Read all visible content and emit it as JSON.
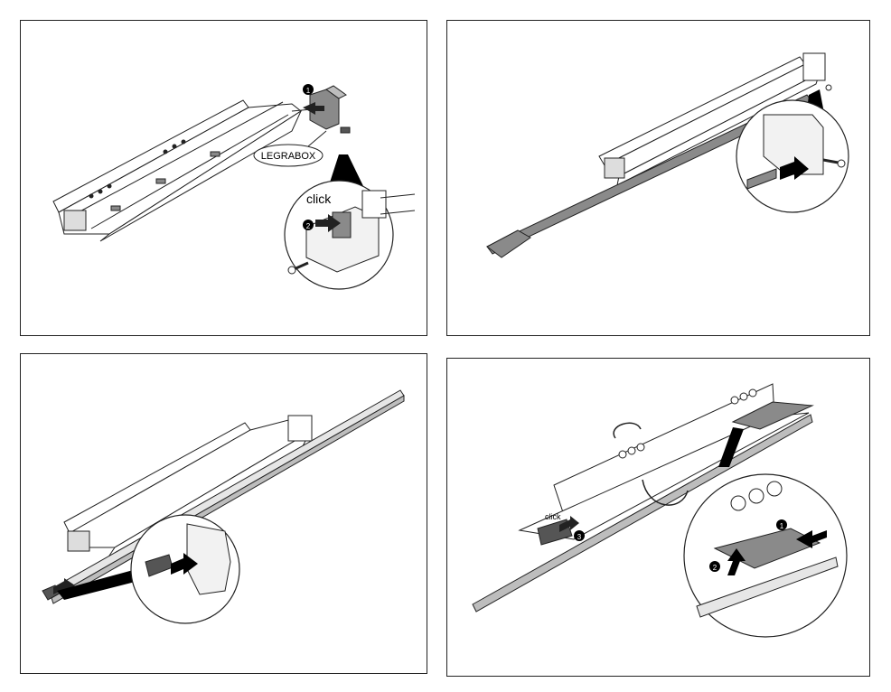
{
  "panels": [
    {
      "step_markers": [
        "1",
        "2"
      ],
      "brand_label": "LEGRABOX",
      "action_label": "click"
    },
    {
      "step_markers": []
    },
    {
      "step_markers": []
    },
    {
      "step_markers": [
        "1",
        "2",
        "3"
      ],
      "action_label": "click"
    }
  ],
  "colors": {
    "line": "#222222",
    "part_gray": "#8a8a8a",
    "dark_gray": "#555555",
    "light_gray": "#e6e6e6"
  }
}
